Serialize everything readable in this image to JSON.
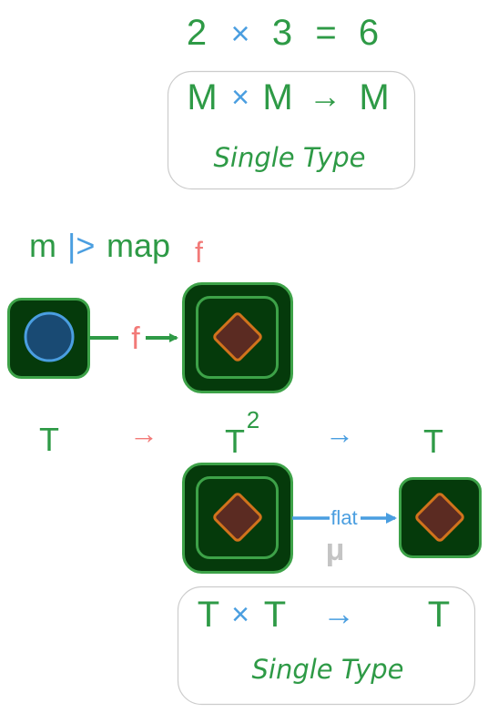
{
  "header_equation": {
    "a": "2",
    "times": "×",
    "b": "3",
    "equals": "=",
    "result": "6"
  },
  "box_top": {
    "left": "M",
    "times": "×",
    "right": "M",
    "arrow": "→",
    "out": "M",
    "caption": "Single Type"
  },
  "map_expr": {
    "m": "m",
    "pipe": "|>",
    "map": "map",
    "f": "f"
  },
  "map_arrow_label": "f",
  "type_row": {
    "t1": "T",
    "arrow1": "→",
    "t2": "T",
    "t2_sup": "2",
    "arrow2": "→",
    "t3": "T"
  },
  "flat_arrow_label": "flat",
  "mu_label": "μ",
  "box_bottom": {
    "left": "T",
    "times": "×",
    "right": "T",
    "arrow": "→",
    "out": "T",
    "caption": "Single Type"
  },
  "colors": {
    "green_text": "#2e9a46",
    "blue": "#4a9ee0",
    "salmon": "#f27a78",
    "dark_green_fill": "#053a0b",
    "mid_green_stroke": "#3da248",
    "diamond_fill": "#5b2b22",
    "diamond_stroke": "#d1731c",
    "circle_fill": "#194a73",
    "gray": "#c4c4c4"
  },
  "icons": [
    "circle-value-icon",
    "diamond-value-icon"
  ]
}
